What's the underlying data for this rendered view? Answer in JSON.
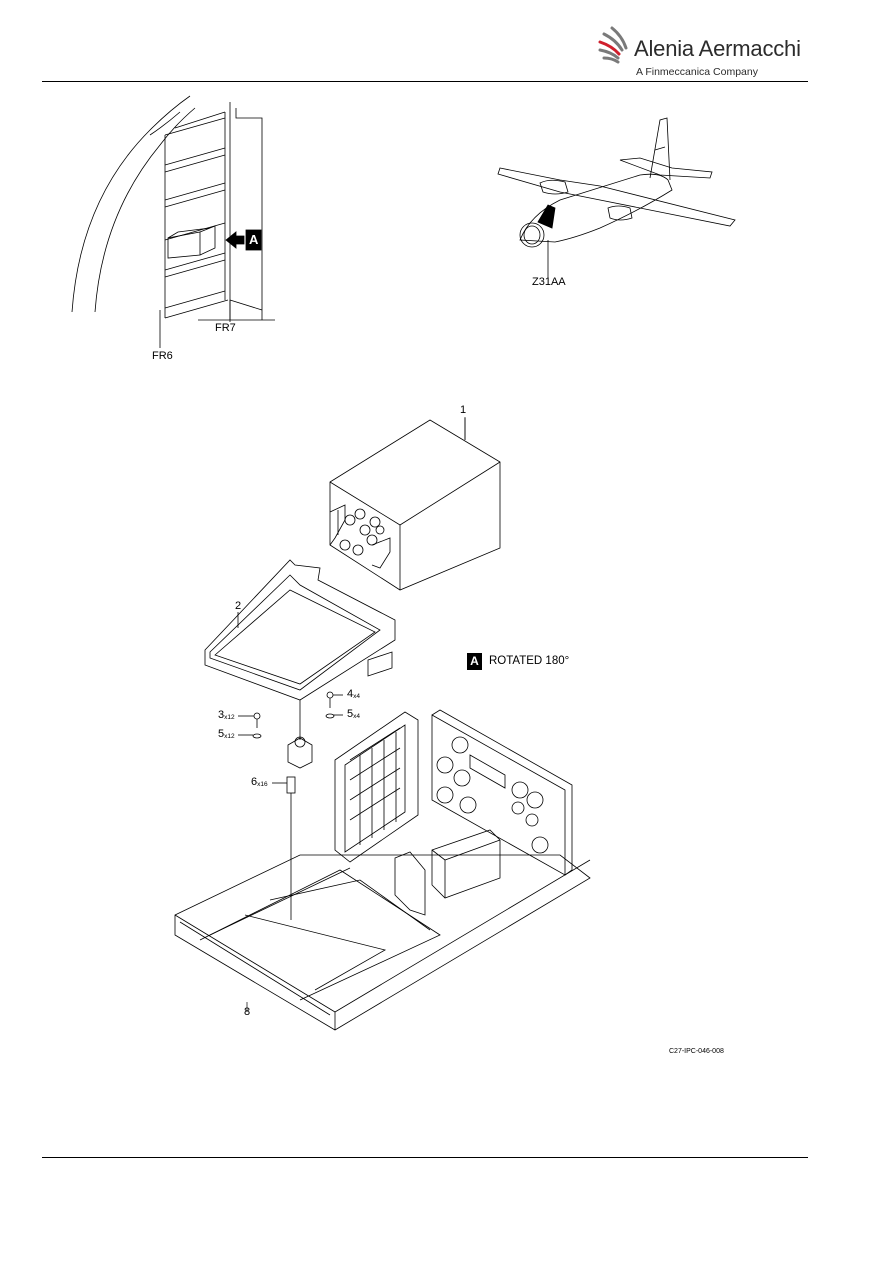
{
  "header": {
    "brand_name": "Alenia Aermacchi",
    "brand_subtitle": "A Finmeccanica Company"
  },
  "location_view": {
    "frame_labels": [
      "FR6",
      "FR7"
    ],
    "view_marker": "A",
    "zone_label": "Z31AA"
  },
  "exploded_view": {
    "callouts": [
      {
        "item": "1",
        "qty": ""
      },
      {
        "item": "2",
        "qty": ""
      },
      {
        "item": "3",
        "qty": "x12"
      },
      {
        "item": "4",
        "qty": "x4"
      },
      {
        "item": "5",
        "qty": "x12"
      },
      {
        "item": "5",
        "qty": "x4"
      },
      {
        "item": "6",
        "qty": "x16"
      },
      {
        "item": "8",
        "qty": ""
      }
    ],
    "view_note_marker": "A",
    "view_note_text": "ROTATED 180°"
  },
  "figure_id": "C27-IPC-046-008",
  "colors": {
    "brand_red": "#d01f2c",
    "brand_gray": "#7a7a7a"
  }
}
